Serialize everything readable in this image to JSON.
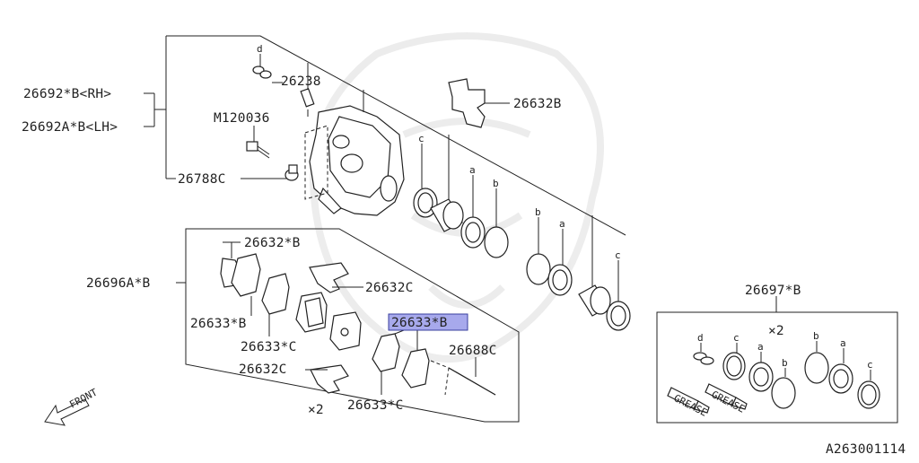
{
  "labels": {
    "caliper_rh": "26692*B<RH>",
    "caliper_lh": "26692A*B<LH>",
    "bleeder_screw": "26238",
    "bolt": "M120036",
    "bolt_guide": "26788C",
    "spring_top": "26632B",
    "pad_kit": "26696A*B",
    "shim_top": "26632*B",
    "shim_mid": "26632C",
    "shim_bot": "26632C",
    "pad_a": "26633*B",
    "pad_b": "26633*C",
    "pad_highlight": "26633*B",
    "pad_c": "26633*C",
    "pin": "26688C",
    "pad_kit_qty": "×2",
    "repair_kit": "26697*B",
    "repair_kit_qty": "×2",
    "front": "FRONT",
    "diagram_id": "A263001114"
  },
  "callouts": {
    "d_top": "d",
    "c1": "c",
    "a1": "a",
    "b1": "b",
    "b2": "b",
    "a2": "a",
    "c2": "c",
    "kit_d": "d",
    "kit_c1": "c",
    "kit_a1": "a",
    "kit_b1": "b",
    "kit_b2": "b",
    "kit_a2": "a",
    "kit_c2": "c"
  },
  "grease_text": "GREASE",
  "colors": {
    "highlight": "#a7a9ec",
    "line": "#222222"
  }
}
